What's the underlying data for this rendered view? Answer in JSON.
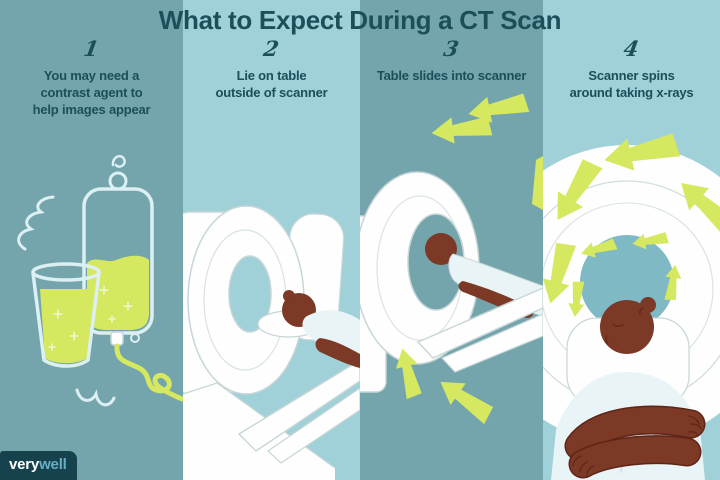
{
  "title": "What to Expect During a CT Scan",
  "steps": [
    {
      "number": "1",
      "caption": "You may need a\ncontrast agent to\nhelp images appear"
    },
    {
      "number": "2",
      "caption": "Lie on table\noutside of scanner"
    },
    {
      "number": "3",
      "caption": "Table slides into scanner"
    },
    {
      "number": "4",
      "caption": "Scanner spins\naround taking x-rays"
    }
  ],
  "brand": {
    "name": "verywell",
    "part1": "very",
    "part2": "well"
  },
  "colors": {
    "panel_dark": "#74A5AC",
    "panel_light": "#A0D0D8",
    "ink": "#1B4F5A",
    "green": "#D6E860",
    "skin": "#7C3926",
    "skin_dark": "#5E2517",
    "white": "#FDFEFD",
    "gown": "#E9F4F7",
    "outline": "#C7D6D7",
    "light_line": "#DCEFF2",
    "bore": "#7FB9C4",
    "logo_bg": "#16424D",
    "logo_well": "#66AEC4"
  }
}
